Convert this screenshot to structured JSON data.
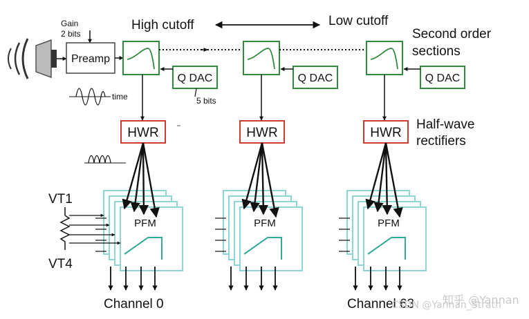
{
  "labels": {
    "gain": "Gain",
    "gain_bits": "2 bits",
    "preamp": "Preamp",
    "time": "time",
    "high_cutoff": "High cutoff",
    "low_cutoff": "Low cutoff",
    "second_order_line1": "Second order",
    "second_order_line2": "sections",
    "qdac": "Q DAC",
    "five_bits": "5 bits",
    "hwr": "HWR",
    "half_wave_line1": "Half-wave",
    "half_wave_line2": "rectifiers",
    "pfm": "PFM",
    "vt1": "VT1",
    "vt4": "VT4",
    "channel0": "Channel 0",
    "channel63": "Channel 63"
  },
  "watermark": {
    "line1": "知乎 @Yannan",
    "line2": "CSDN @Yannan_Strath"
  },
  "colors": {
    "filter": "#2e8b3e",
    "qdac": "#2e8b3e",
    "hwr": "#d0392b",
    "pfm": "#8fd4d4",
    "line": "#111111"
  }
}
